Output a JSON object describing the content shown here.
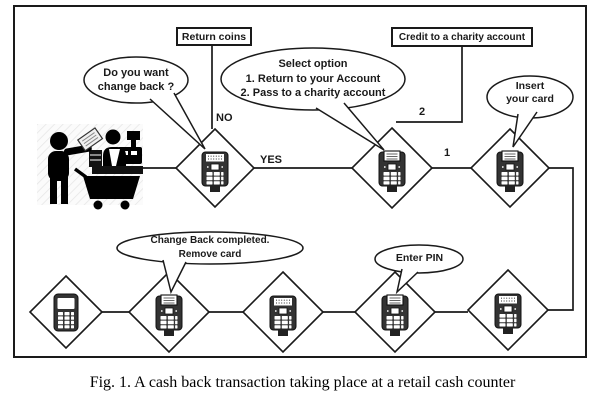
{
  "caption": "Fig. 1. A cash back transaction taking place at a retail cash counter",
  "boxes": {
    "return_coins": "Return coins",
    "charity": "Credit to a charity account"
  },
  "bubbles": {
    "change_question": {
      "line1": "Do you want",
      "line2": "change back ?"
    },
    "select_option": {
      "line1": "Select option",
      "line2": "1. Return to your Account",
      "line3": "2. Pass to a charity account"
    },
    "insert_card": {
      "line1": "Insert",
      "line2": "your card"
    },
    "change_done": {
      "line1": "Change Back completed.",
      "line2": "Remove card"
    },
    "enter_pin": {
      "line1": "Enter PIN"
    }
  },
  "edge_labels": {
    "no": "NO",
    "yes": "YES",
    "opt1": "1",
    "opt2": "2"
  },
  "icons": {
    "terminal_variants": [
      "pos-terminal-receipt-icon",
      "pos-terminal-card-icon",
      "pos-terminal-plain-icon"
    ],
    "scene": "customer-paying-cashier-at-cash-register-with-shopping-cart"
  },
  "colors": {
    "line": "#1a1a1a",
    "terminal_body": "#333333",
    "background": "#ffffff"
  }
}
